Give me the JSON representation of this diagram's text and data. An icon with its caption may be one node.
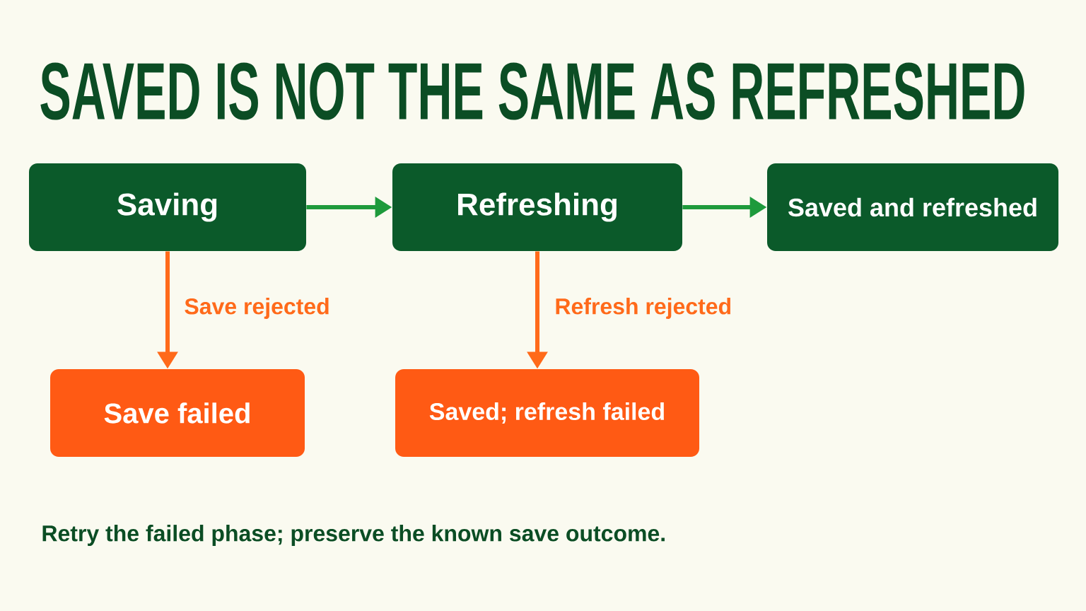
{
  "diagram": {
    "title": "SAVED IS NOT THE SAME AS REFRESHED",
    "nodes": [
      {
        "text": [
          "Saving"
        ]
      },
      {
        "text": [
          "Refreshing"
        ]
      },
      {
        "text": [
          "Saved and refreshed"
        ]
      },
      {
        "text": [
          "Save failed"
        ]
      },
      {
        "text": [
          "Saved; refresh failed"
        ]
      }
    ],
    "edges": [
      {
        "from": 0,
        "to": 1,
        "arrow": "to",
        "color": "#1e9a3c"
      },
      {
        "from": 1,
        "to": 2,
        "arrow": "to",
        "color": "#1e9a3c"
      },
      {
        "from": 0,
        "to": 3,
        "arrow": "to",
        "label": "Save rejected",
        "color": "#ff6a1a"
      },
      {
        "from": 1,
        "to": 4,
        "arrow": "to",
        "label": "Refresh rejected",
        "color": "#ff6a1a"
      }
    ],
    "labels": [
      "Retry the failed phase; preserve the known save outcome."
    ]
  }
}
